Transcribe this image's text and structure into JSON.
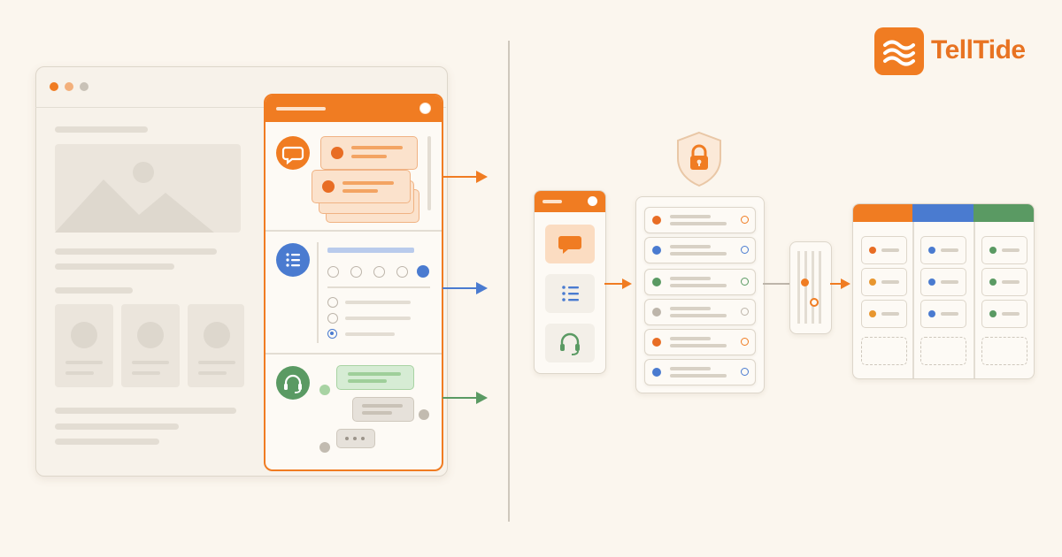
{
  "brand": {
    "name": "TellTide",
    "accent": "#f07c22"
  },
  "colors": {
    "orange": "#f07c22",
    "blue": "#4a7bd0",
    "green": "#5a9a63",
    "gray": "#bdb5aa"
  },
  "icons": {
    "logo": "wave-icon",
    "chat": "chat-bubble-icon",
    "list": "list-icon",
    "support": "headset-icon",
    "security": "lock-shield-icon",
    "image": "image-placeholder-icon"
  },
  "flow": [
    "widget",
    "entries",
    "filter",
    "board"
  ],
  "board_columns": [
    "orange",
    "blue",
    "green"
  ]
}
